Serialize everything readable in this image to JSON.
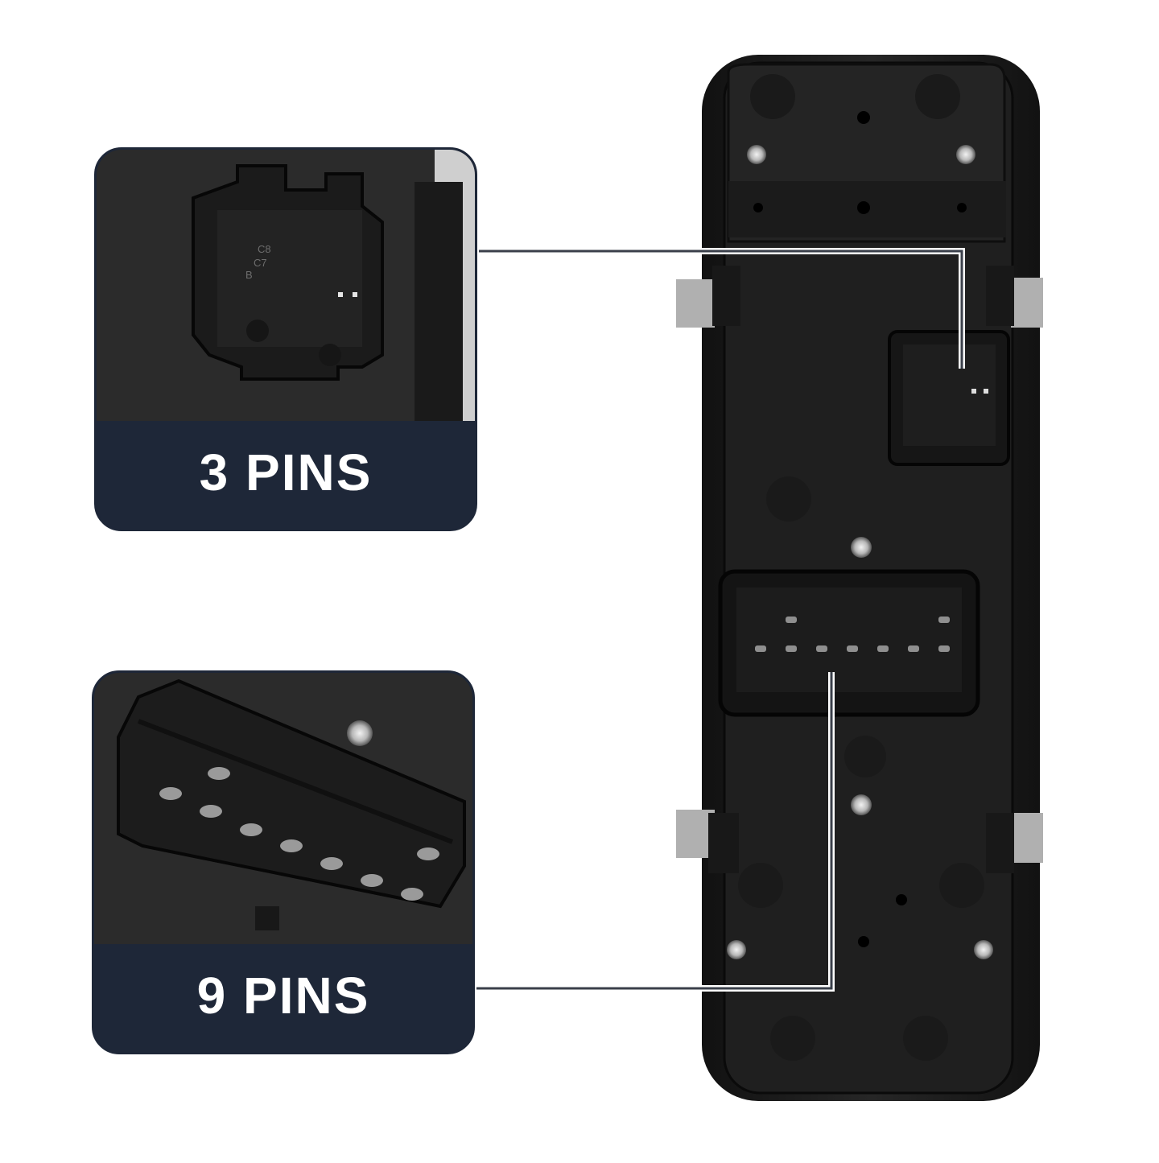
{
  "callouts": {
    "top": {
      "label": "3 PINS"
    },
    "bottom": {
      "label": "9 PINS"
    }
  },
  "connector_labels": {
    "c8": "C8",
    "c7": "C7",
    "b": "B"
  },
  "colors": {
    "panel": "#1e2738",
    "housing": "#1d1d1d",
    "plate": "#2a2a2a",
    "leader": "#3a3f4a"
  }
}
